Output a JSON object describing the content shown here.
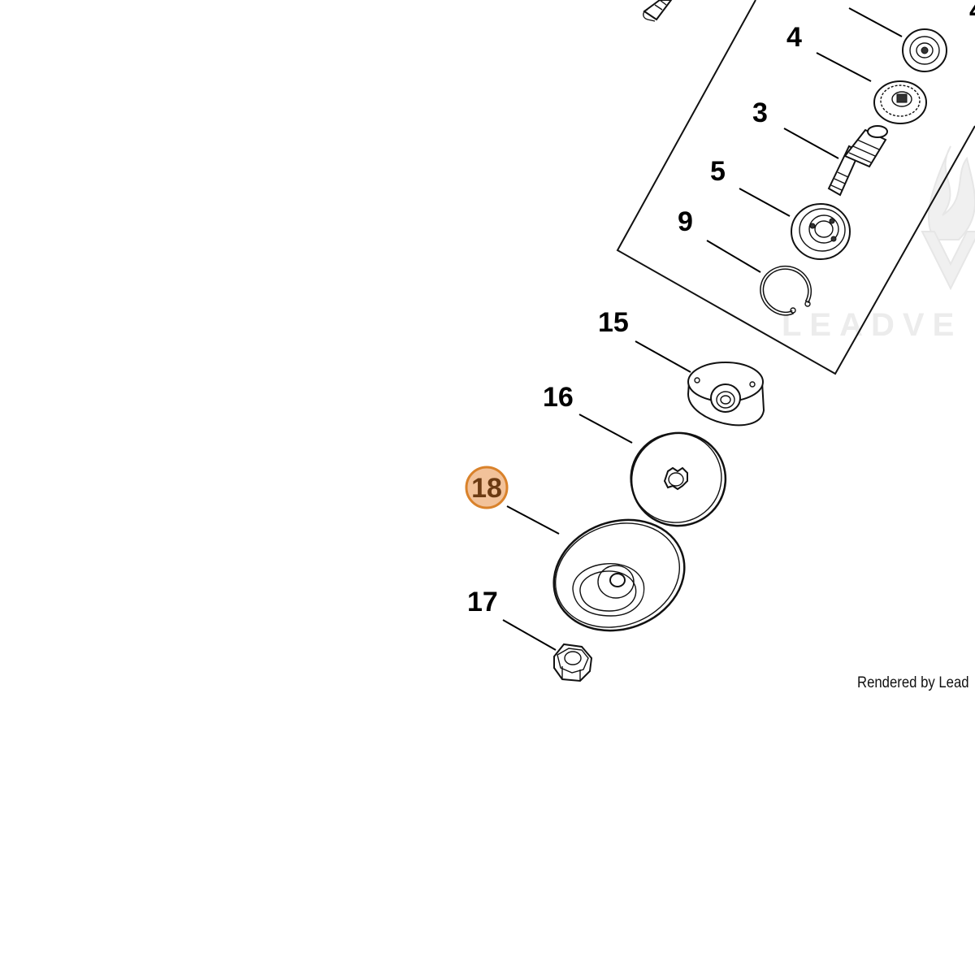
{
  "diagram": {
    "callouts": {
      "p4": "4",
      "p3": "3",
      "p5": "5",
      "p9": "9",
      "p15": "15",
      "p16": "16",
      "p18": "18",
      "p17": "17",
      "partial": "4"
    },
    "highlighted_callout": "18",
    "highlight_color": "#f2c29a",
    "highlight_border_color": "#d9822b"
  },
  "watermark": {
    "text": "LEADVE"
  },
  "footer": {
    "credit": "Rendered by Lead"
  }
}
